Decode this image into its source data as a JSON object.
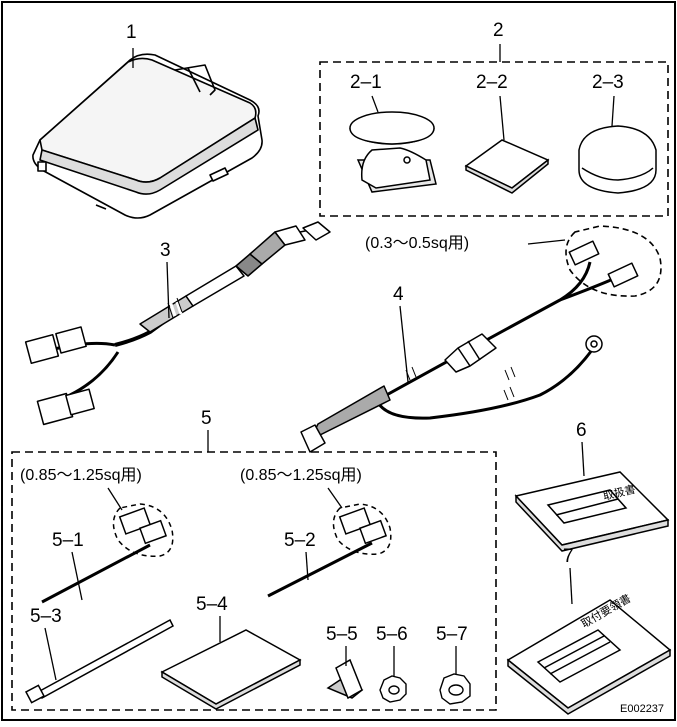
{
  "figure_code": "E002237",
  "parts": {
    "p1": "1",
    "p2": "2",
    "p2_1": "2–1",
    "p2_2": "2–2",
    "p2_3": "2–3",
    "p3": "3",
    "p4": "4",
    "p5": "5",
    "p5_1": "5–1",
    "p5_2": "5–2",
    "p5_3": "5–3",
    "p5_4": "5–4",
    "p5_5": "5–5",
    "p5_6": "5–6",
    "p5_7": "5–7",
    "p6": "6",
    "p7": "7"
  },
  "notes": {
    "p4_connector": "(0.3〜0.5sq用)",
    "p5_1_connector": "(0.85〜1.25sq用)",
    "p5_2_connector": "(0.85〜1.25sq用)"
  },
  "manuals": {
    "p6_title": "取扱書",
    "p7_title": "取付要領書"
  }
}
